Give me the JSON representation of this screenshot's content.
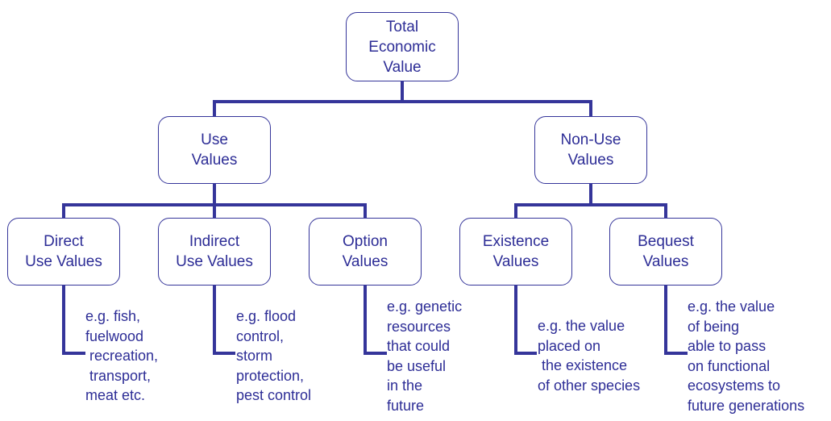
{
  "nodes": {
    "total": "Total\nEconomic\nValue",
    "use": "Use\nValues",
    "nonuse": "Non-Use\nValues",
    "direct": "Direct\nUse Values",
    "indirect": "Indirect\nUse Values",
    "option": "Option\nValues",
    "existence": "Existence\nValues",
    "bequest": "Bequest\nValues"
  },
  "examples": {
    "direct": "e.g. fish,\nfuelwood\n recreation,\n transport,\nmeat etc.",
    "indirect": "e.g. flood\ncontrol,\nstorm\nprotection,\npest control",
    "option": "e.g. genetic\nresources\nthat could\nbe useful\nin the\nfuture",
    "existence": "e.g. the value\nplaced on\n the existence\nof other species",
    "bequest": "e.g. the value\nof being\nable to pass\non functional\necosystems to\nfuture generations"
  },
  "colors": {
    "line": "#35359a",
    "text": "#2d2d96"
  }
}
